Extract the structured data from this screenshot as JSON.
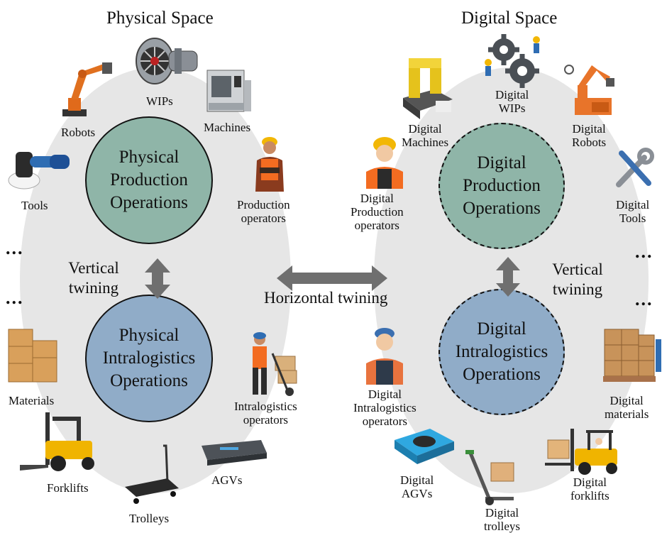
{
  "physical": {
    "title": "Physical Space",
    "production": [
      "Physical",
      "Production",
      "Operations"
    ],
    "intralogistics": [
      "Physical",
      "Intralogistics",
      "Operations"
    ],
    "vertical": [
      "Vertical",
      "twining"
    ],
    "items": {
      "wips": "WIPs",
      "robots": "Robots",
      "machines": "Machines",
      "tools": "Tools",
      "production_operators": [
        "Production",
        "operators"
      ],
      "materials": "Materials",
      "intralogistics_operators": [
        "Intralogistics",
        "operators"
      ],
      "forklifts": "Forklifts",
      "agvs": "AGVs",
      "trolleys": "Trolleys"
    },
    "ellipsis": [
      "...",
      "..."
    ]
  },
  "digital": {
    "title": "Digital Space",
    "production": [
      "Digital",
      "Production",
      "Operations"
    ],
    "intralogistics": [
      "Digital",
      "Intralogistics",
      "Operations"
    ],
    "vertical": [
      "Vertical",
      "twining"
    ],
    "items": {
      "machines": [
        "Digital",
        "Machines"
      ],
      "wips": [
        "Digital",
        "WIPs"
      ],
      "robots": [
        "Digital",
        "Robots"
      ],
      "tools": [
        "Digital",
        "Tools"
      ],
      "production_operators": [
        "Digital",
        "Production",
        "operators"
      ],
      "materials": [
        "Digital",
        "materials"
      ],
      "intralogistics_operators": [
        "Digital",
        "Intralogistics",
        "operators"
      ],
      "agvs": [
        "Digital",
        "AGVs"
      ],
      "trolleys": [
        "Digital",
        "trolleys"
      ],
      "forklifts": [
        "Digital",
        "forklifts"
      ]
    },
    "ellipsis": [
      "...",
      "..."
    ]
  },
  "horizontal": "Horizontal twining",
  "colors": {
    "ellipse": "#e6e6e6",
    "production": "#8fb5a8",
    "intralogistics": "#90acc8",
    "arrow": "#6f6f6f"
  }
}
